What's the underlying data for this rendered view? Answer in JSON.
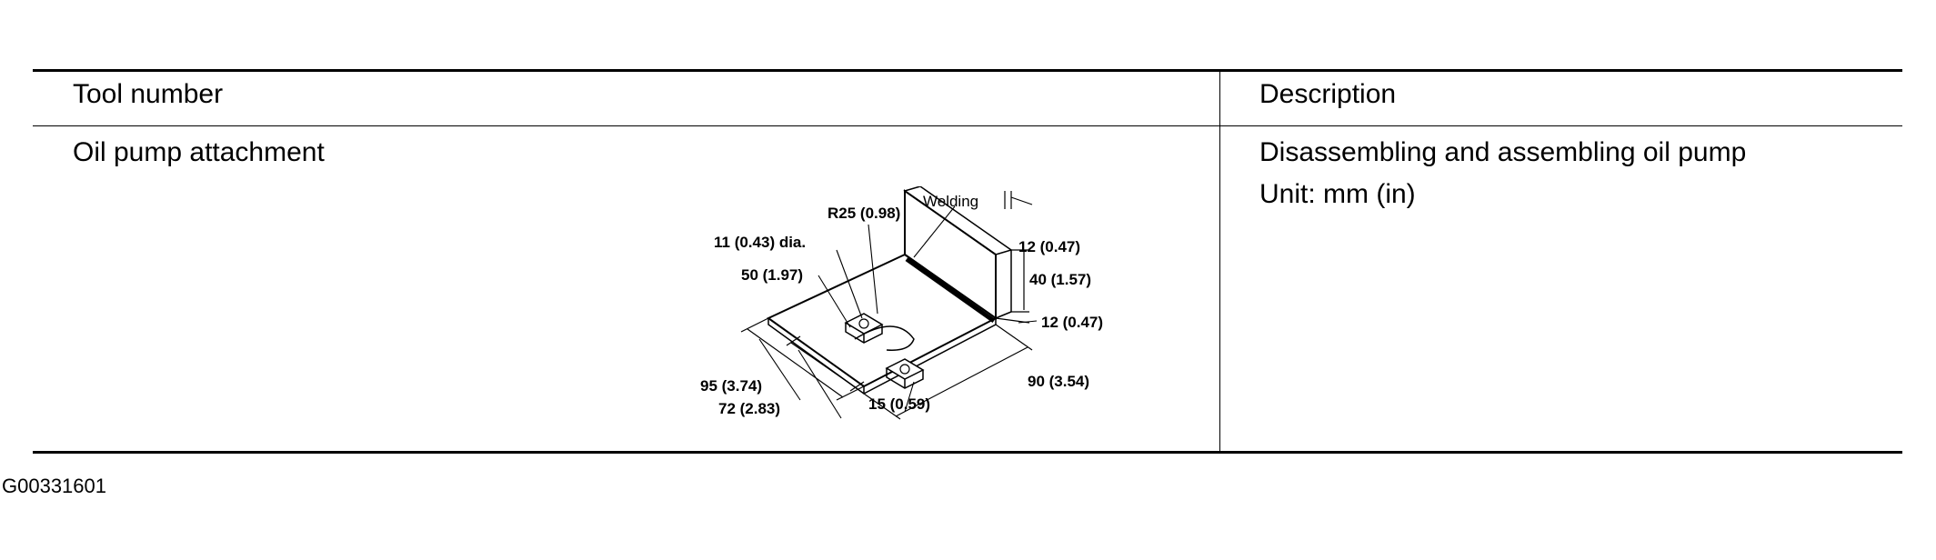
{
  "table": {
    "headers": {
      "tool_number": "Tool number",
      "description": "Description"
    },
    "row": {
      "tool_name": "Oil pump attachment",
      "description": "Disassembling and assembling oil pump",
      "unit": "Unit: mm (in)"
    }
  },
  "drawing": {
    "labels": {
      "radius": "R25 (0.98)",
      "welding": "Welding",
      "hole_dia": "11 (0.43) dia.",
      "width_50": "50 (1.97)",
      "thickness_top": "12 (0.47)",
      "height_40": "40 (1.57)",
      "thickness_side": "12 (0.47)",
      "length_95": "95 (3.74)",
      "length_72": "72 (2.83)",
      "width_15": "15 (0.59)",
      "length_90": "90 (3.54)"
    }
  },
  "figure_id": "G00331601"
}
